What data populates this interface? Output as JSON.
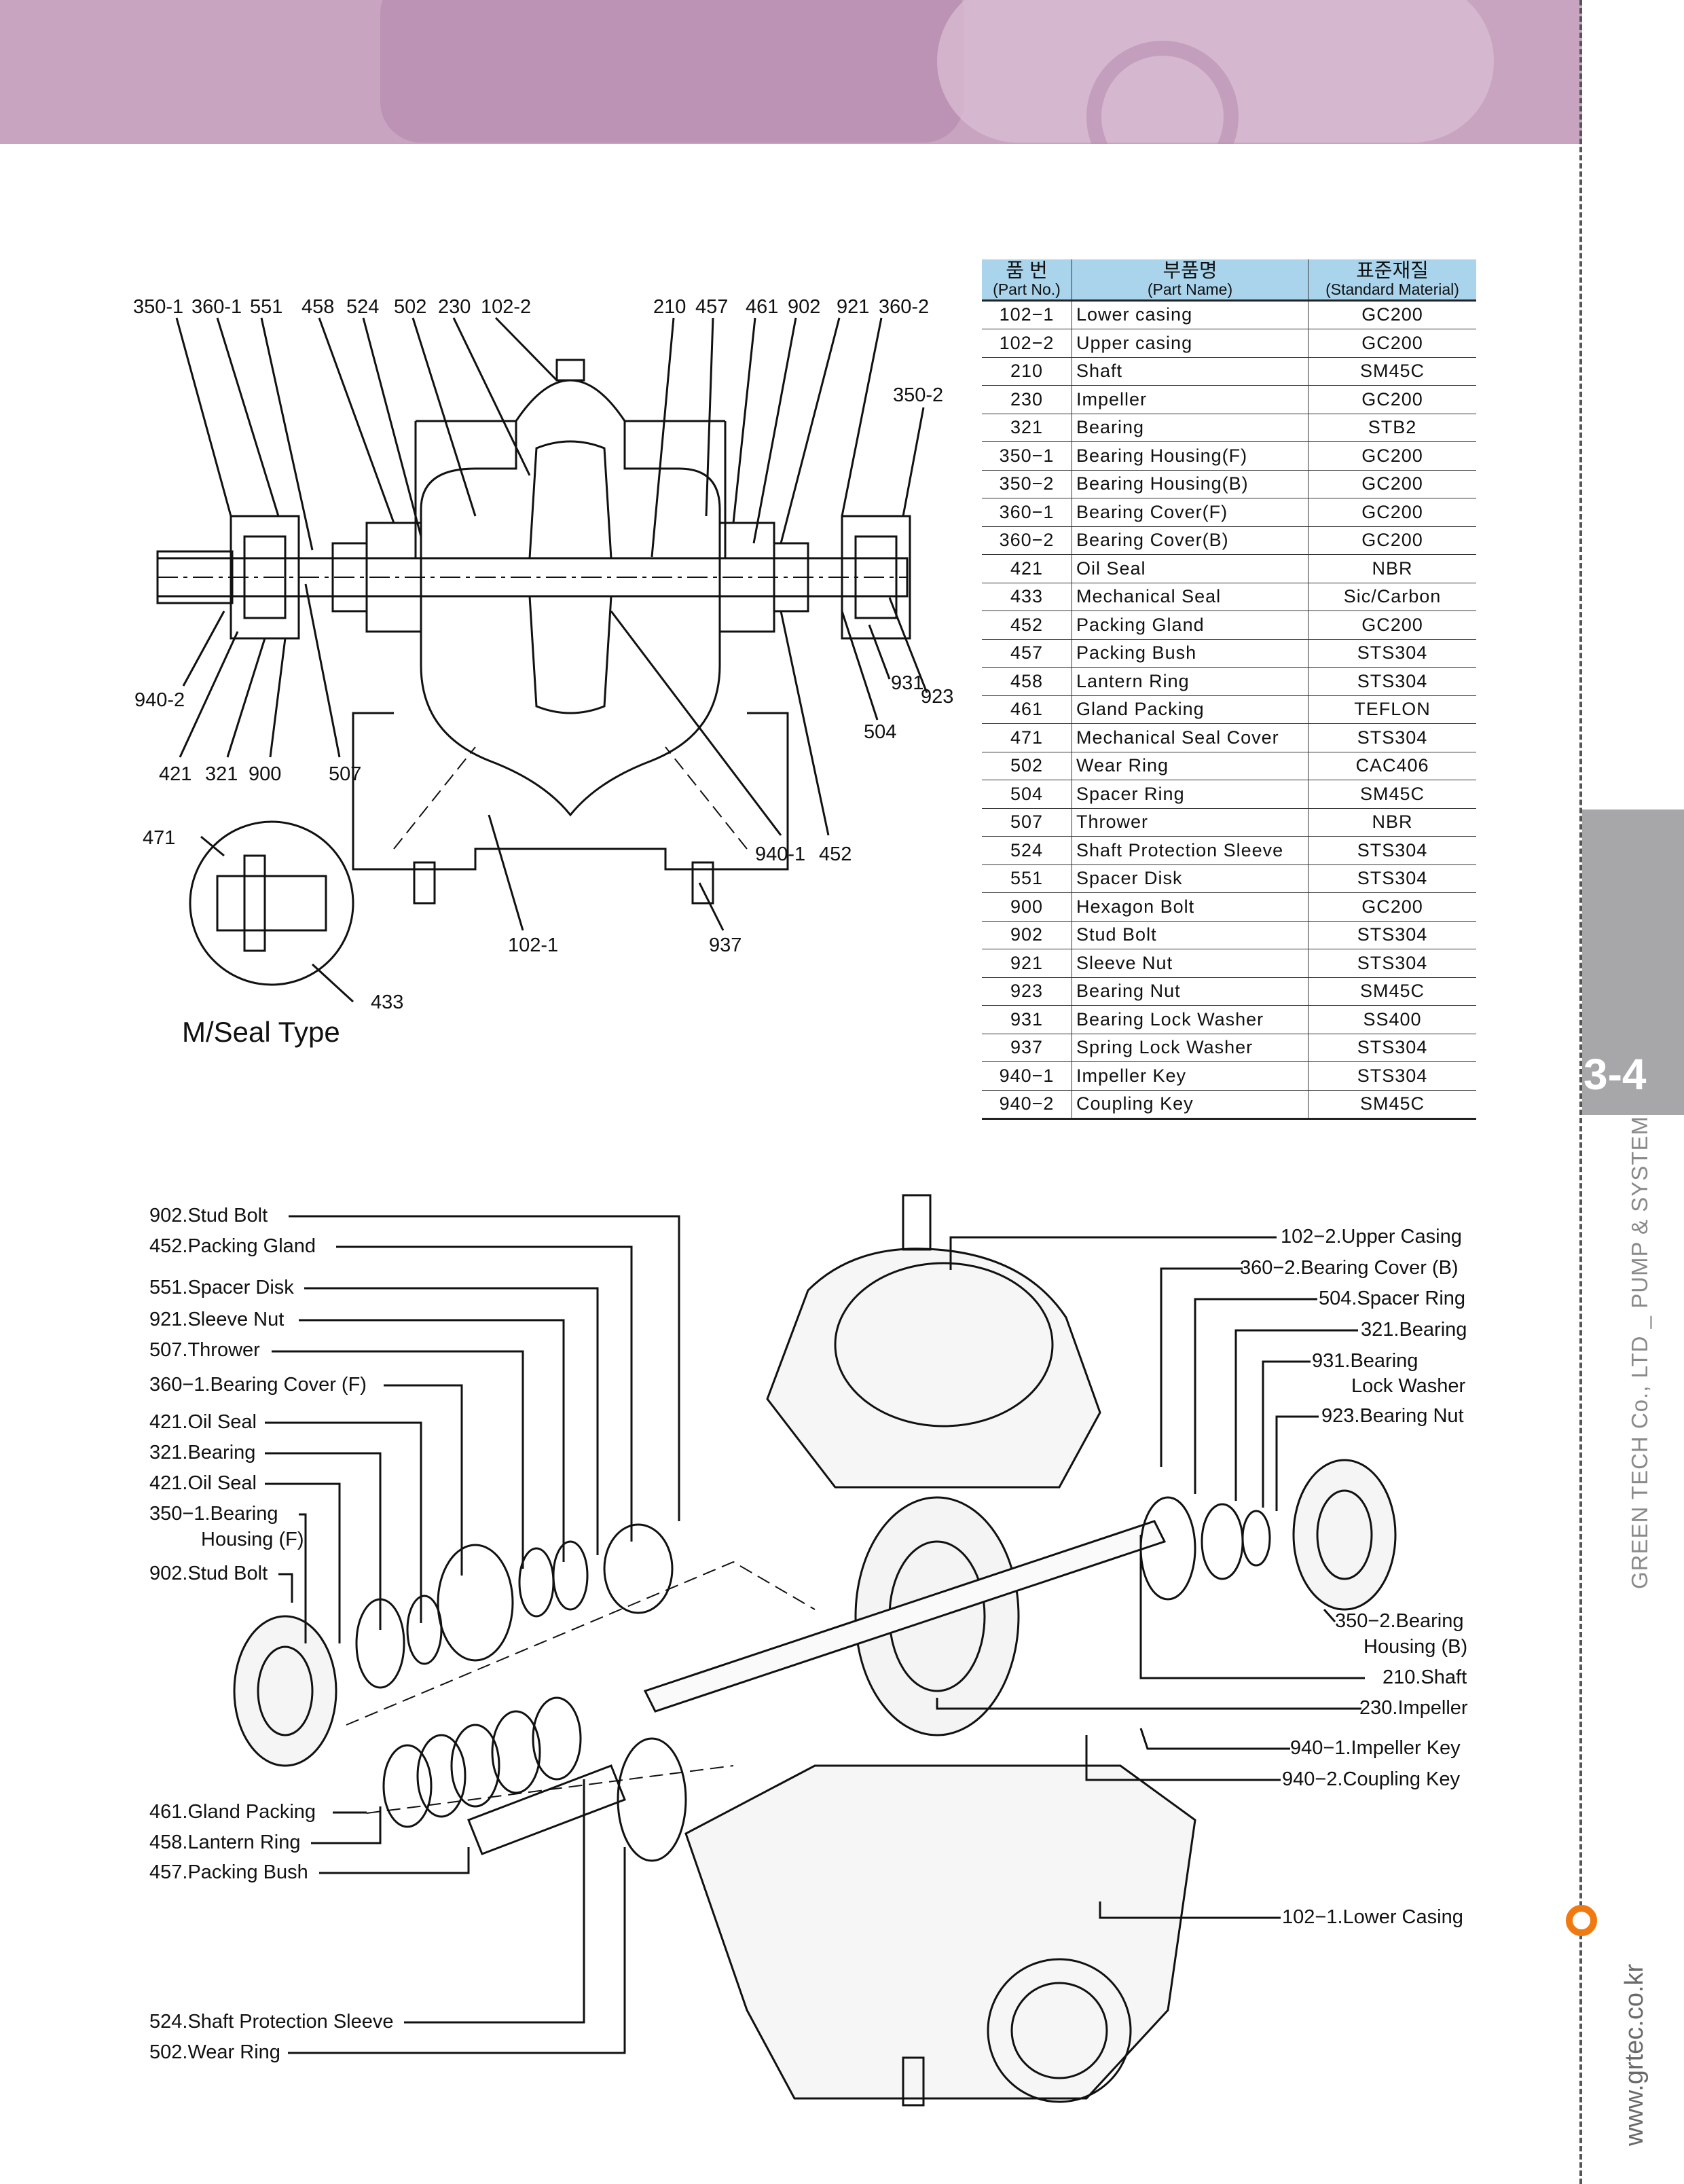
{
  "table": {
    "headers": [
      {
        "ko": "품 번",
        "en": "(Part No.)"
      },
      {
        "ko": "부품명",
        "en": "(Part Name)"
      },
      {
        "ko": "표준재질",
        "en": "(Standard Material)"
      }
    ],
    "rows": [
      [
        "102−1",
        "Lower casing",
        "GC200"
      ],
      [
        "102−2",
        "Upper casing",
        "GC200"
      ],
      [
        "210",
        "Shaft",
        "SM45C"
      ],
      [
        "230",
        "Impeller",
        "GC200"
      ],
      [
        "321",
        "Bearing",
        "STB2"
      ],
      [
        "350−1",
        "Bearing Housing(F)",
        "GC200"
      ],
      [
        "350−2",
        "Bearing Housing(B)",
        "GC200"
      ],
      [
        "360−1",
        "Bearing Cover(F)",
        "GC200"
      ],
      [
        "360−2",
        "Bearing Cover(B)",
        "GC200"
      ],
      [
        "421",
        "Oil Seal",
        "NBR"
      ],
      [
        "433",
        "Mechanical Seal",
        "Sic/Carbon"
      ],
      [
        "452",
        "Packing Gland",
        "GC200"
      ],
      [
        "457",
        "Packing Bush",
        "STS304"
      ],
      [
        "458",
        "Lantern Ring",
        "STS304"
      ],
      [
        "461",
        "Gland Packing",
        "TEFLON"
      ],
      [
        "471",
        "Mechanical Seal Cover",
        "STS304"
      ],
      [
        "502",
        "Wear Ring",
        "CAC406"
      ],
      [
        "504",
        "Spacer Ring",
        "SM45C"
      ],
      [
        "507",
        "Thrower",
        "NBR"
      ],
      [
        "524",
        "Shaft Protection Sleeve",
        "STS304"
      ],
      [
        "551",
        "Spacer Disk",
        "STS304"
      ],
      [
        "900",
        "Hexagon Bolt",
        "GC200"
      ],
      [
        "902",
        "Stud Bolt",
        "STS304"
      ],
      [
        "921",
        "Sleeve Nut",
        "STS304"
      ],
      [
        "923",
        "Bearing Nut",
        "SM45C"
      ],
      [
        "931",
        "Bearing Lock Washer",
        "SS400"
      ],
      [
        "937",
        "Spring Lock Washer",
        "STS304"
      ],
      [
        "940−1",
        "Impeller Key",
        "STS304"
      ],
      [
        "940−2",
        "Coupling Key",
        "SM45C"
      ]
    ]
  },
  "section_labels": {
    "top": [
      "350-1",
      "360-1",
      "551",
      "458",
      "524",
      "502",
      "230",
      "102-2",
      "210",
      "457",
      "461",
      "902",
      "921",
      "360-2"
    ],
    "l_350_2": "350-2",
    "l_940_2": "940-2",
    "l_421": "421",
    "l_321": "321",
    "l_900": "900",
    "l_507": "507",
    "l_931": "931",
    "l_923": "923",
    "l_504": "504",
    "l_940_1": "940-1",
    "l_452": "452",
    "l_471": "471",
    "l_102_1": "102-1",
    "l_937": "937",
    "l_433": "433",
    "mseal_title": "M/Seal Type"
  },
  "exploded_left": [
    "902.Stud Bolt",
    "452.Packing Gland",
    "551.Spacer Disk",
    "921.Sleeve Nut",
    "507.Thrower",
    "360−1.Bearing Cover (F)",
    "421.Oil Seal",
    "321.Bearing",
    "421.Oil Seal",
    "350−1.Bearing",
    "Housing (F)",
    "902.Stud Bolt",
    "461.Gland Packing",
    "458.Lantern Ring",
    "457.Packing Bush",
    "524.Shaft Protection Sleeve",
    "502.Wear Ring"
  ],
  "exploded_right": [
    "102−2.Upper Casing",
    "360−2.Bearing Cover (B)",
    "504.Spacer Ring",
    "321.Bearing",
    "931.Bearing",
    "Lock Washer",
    "923.Bearing Nut",
    "350−2.Bearing",
    "Housing (B)",
    "210.Shaft",
    "230.Impeller",
    "940−1.Impeller Key",
    "940−2.Coupling Key",
    "102−1.Lower Casing"
  ],
  "side": {
    "page_number": "3-4",
    "company": "GREEN TECH Co., LTD _ PUMP & SYSTEM",
    "url": "www.grtec.co.kr"
  },
  "colors": {
    "banner": "#c9a4c1",
    "table_header": "#a9d4ec",
    "side_tab": "#a7a7a9",
    "accent": "#f07a12"
  }
}
